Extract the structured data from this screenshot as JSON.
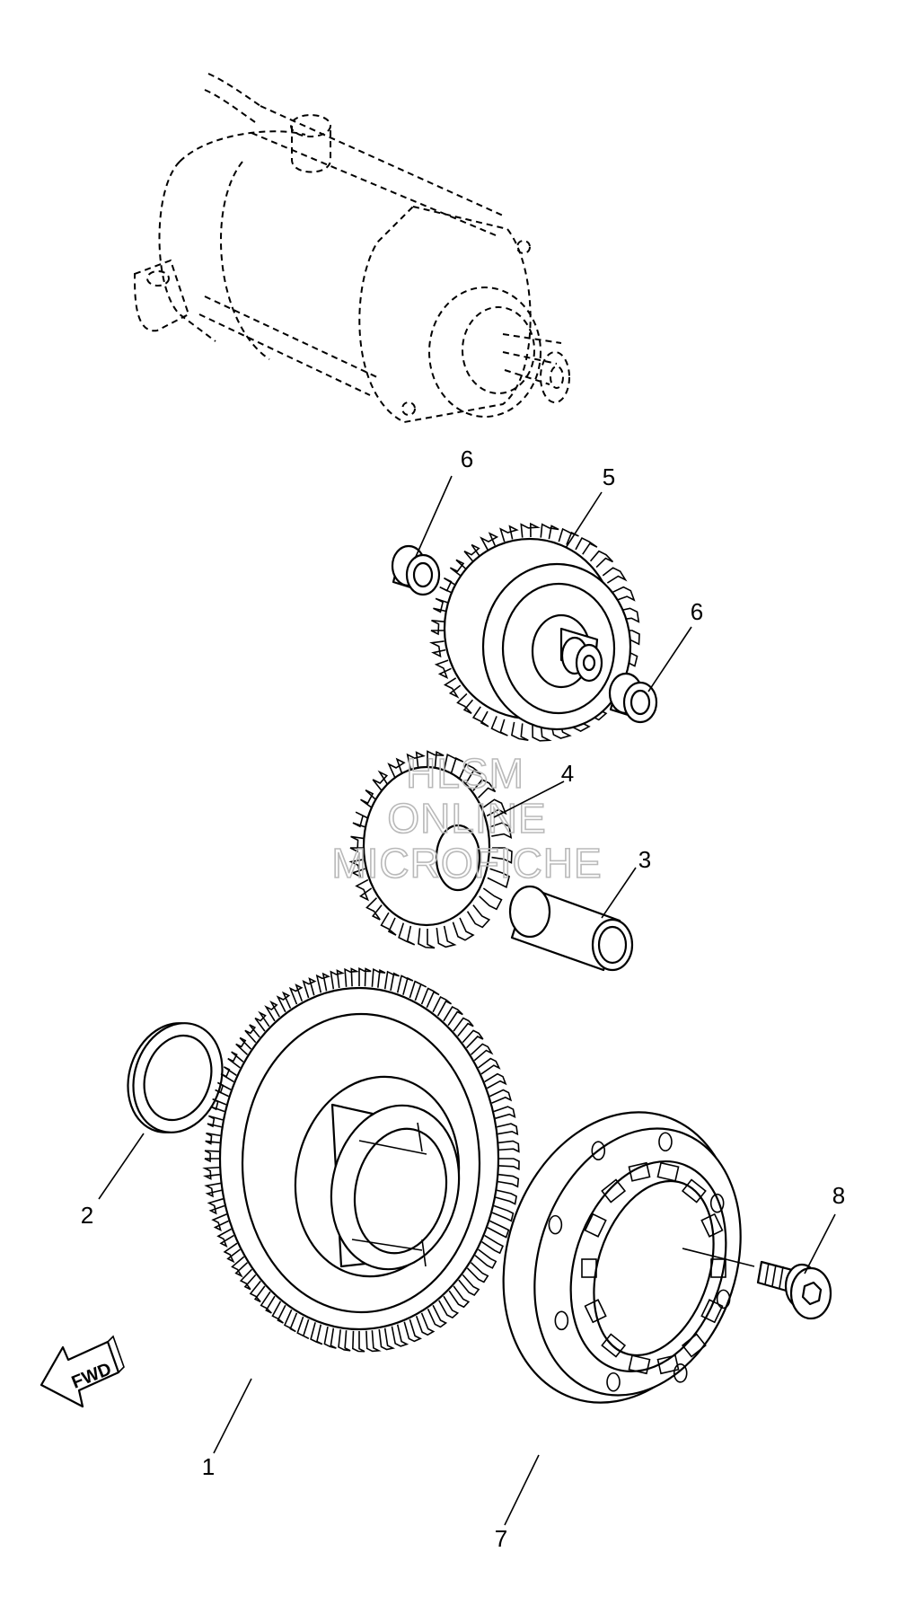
{
  "diagram": {
    "callouts": [
      {
        "id": "1",
        "label": "1"
      },
      {
        "id": "2",
        "label": "2"
      },
      {
        "id": "3",
        "label": "3"
      },
      {
        "id": "4",
        "label": "4"
      },
      {
        "id": "5",
        "label": "5"
      },
      {
        "id": "6a",
        "label": "6"
      },
      {
        "id": "6b",
        "label": "6"
      },
      {
        "id": "7",
        "label": "7"
      },
      {
        "id": "8",
        "label": "8"
      }
    ],
    "direction_arrow": {
      "label": "FWD"
    },
    "watermark": {
      "line1": "HLSM",
      "line2": "ONLINE",
      "line3": "MICROFICHE"
    }
  }
}
